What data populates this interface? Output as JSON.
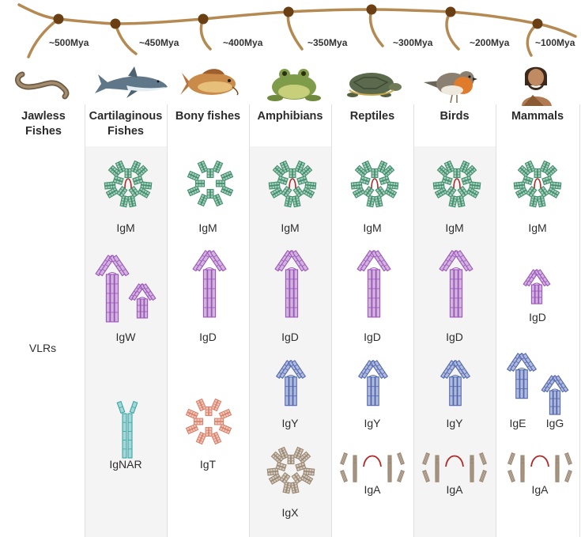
{
  "timeline": {
    "times": [
      "~500Mya",
      "~450Mya",
      "~400Mya",
      "~350Mya",
      "~300Mya",
      "~200Mya",
      "~100Mya"
    ],
    "branch_color": "#b48a52",
    "node_color": "#6b3f14"
  },
  "columns": [
    {
      "id": "jawless",
      "header_line1": "Jawless",
      "header_line2": "Fishes",
      "animal_icon": "lamprey-icon"
    },
    {
      "id": "cartilaginous",
      "header_line1": "Cartilaginous",
      "header_line2": "Fishes",
      "animal_icon": "shark-icon"
    },
    {
      "id": "bony",
      "header_line1": "Bony fishes",
      "header_line2": "",
      "animal_icon": "carp-icon"
    },
    {
      "id": "amphibians",
      "header_line1": "Amphibians",
      "header_line2": "",
      "animal_icon": "frog-icon"
    },
    {
      "id": "reptiles",
      "header_line1": "Reptiles",
      "header_line2": "",
      "animal_icon": "turtle-icon"
    },
    {
      "id": "birds",
      "header_line1": "Birds",
      "header_line2": "",
      "animal_icon": "robin-icon"
    },
    {
      "id": "mammals",
      "header_line1": "Mammals",
      "header_line2": "",
      "animal_icon": "caveman-icon"
    }
  ],
  "labels": {
    "vlrs": "VLRs",
    "igm": "IgM",
    "igw": "IgW",
    "ignar": "IgNAR",
    "igd": "IgD",
    "igt": "IgT",
    "igy": "IgY",
    "igx": "IgX",
    "iga": "IgA",
    "ige": "IgE",
    "igg": "IgG"
  },
  "colors": {
    "igm": "#3f8f6c",
    "igd": "#9a55b8",
    "igw": "#9a55b8",
    "igy": "#5066b0",
    "ige": "#5066b0",
    "igg": "#5066b0",
    "ignar": "#3aa6a6",
    "igt": "#d9826b",
    "igx": "#9a8772",
    "iga": "#9a8772",
    "hinge": "#b02a2a",
    "shade": "#f4f4f4"
  }
}
